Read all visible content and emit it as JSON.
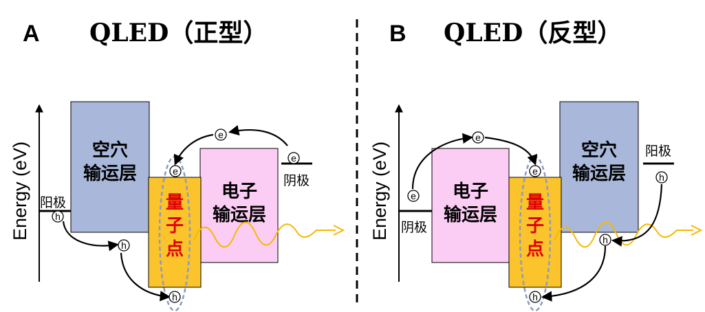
{
  "colors": {
    "htl": "#a9b8da",
    "etl": "#fbcdf4",
    "qd": "#fbc42d",
    "qd_text": "#e00000",
    "emission": "#f5b800",
    "dashed_ellipse": "#8a9bc0",
    "frame": "#000000"
  },
  "axis_label": "Energy (eV)",
  "carrier_symbols": {
    "electron": "e",
    "hole": "h"
  },
  "panel_a": {
    "letter": "A",
    "title": "QLED（正型）",
    "htl": {
      "line1": "空穴",
      "line2": "输运层"
    },
    "etl": {
      "line1": "电子",
      "line2": "输运层"
    },
    "qd": {
      "chars": [
        "量",
        "子",
        "点"
      ]
    },
    "anode": "阳极",
    "cathode": "阴极"
  },
  "panel_b": {
    "letter": "B",
    "title": "QLED（反型）",
    "htl": {
      "line1": "空穴",
      "line2": "输运层"
    },
    "etl": {
      "line1": "电子",
      "line2": "输运层"
    },
    "qd": {
      "chars": [
        "量",
        "子",
        "点"
      ]
    },
    "anode": "阳极",
    "cathode": "阴极"
  },
  "icons": {
    "energy_axis": "up-arrow-icon",
    "emission": "wavy-light-arrow-icon",
    "divider": "dashed-divider-line"
  }
}
